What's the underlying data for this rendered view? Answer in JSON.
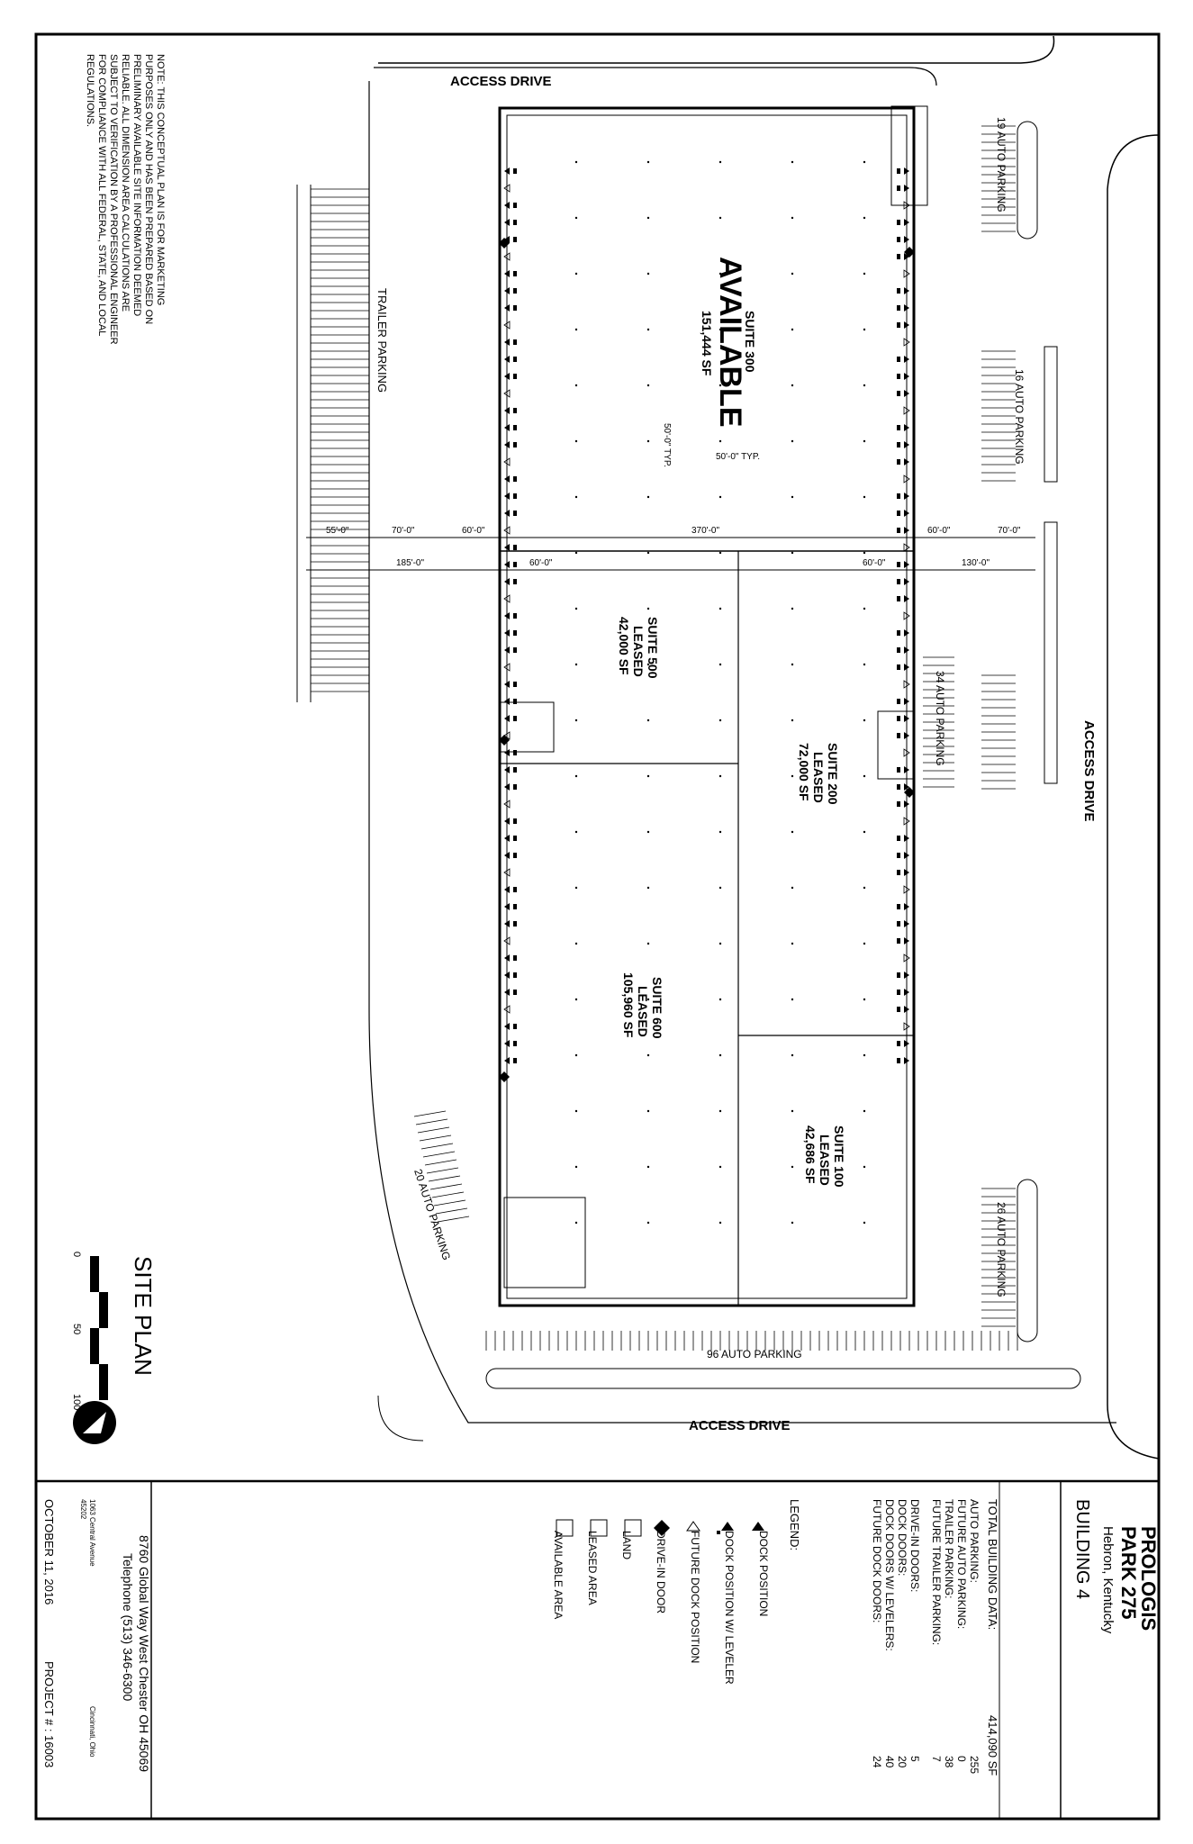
{
  "title_block": {
    "company": "PROLOGIS",
    "park": "PARK 275",
    "location": "Hebron, Kentucky",
    "building": "BUILDING 4",
    "building_data": {
      "total_label": "TOTAL BUILDING DATA:",
      "total_value": "414,090 SF",
      "rows": [
        {
          "label": "AUTO PARKING:",
          "value": "255"
        },
        {
          "label": "FUTURE AUTO PARKING:",
          "value": "0"
        },
        {
          "label": "TRAILER PARKING:",
          "value": "38"
        },
        {
          "label": "FUTURE TRAILER PARKING:",
          "value": "7"
        },
        {
          "label": "DRIVE-IN DOORS:",
          "value": "5"
        },
        {
          "label": "DOCK DOORS:",
          "value": "20"
        },
        {
          "label": "DOCK DOORS W/ LEVELERS:",
          "value": "40"
        },
        {
          "label": "FUTURE DOCK DOORS:",
          "value": "24"
        }
      ]
    },
    "legend": {
      "heading": "LEGEND:",
      "items": [
        "DOCK POSITION",
        "DOCK POSITION W/ LEVELER",
        "FUTURE DOCK POSITION",
        "DRIVE-IN DOOR",
        "LAND",
        "LEASED AREA",
        "AVAILABLE AREA"
      ]
    },
    "architect": {
      "address": "8760 Global Way   West Chester OH 45069",
      "phone": "Telephone (513) 346-6300"
    },
    "firm": {
      "address": "1063 Central Avenue",
      "city": "Cincinnati, Ohio",
      "zip": "45202"
    },
    "date": "OCTOBER 11, 2016",
    "project": "PROJECT # : 16003"
  },
  "note": "NOTE: THIS CONCEPTUAL PLAN IS FOR MARKETING PURPOSES ONLY AND HAS BEEN PREPARED BASED ON PRELIMINARY AVAILABLE SITE INFORMATION DEEMED RELIABLE. ALL DIMENSION AREA CALCULATIONS ARE SUBJECT TO VERIFICATION BY A PROFESSIONAL ENGINEER FOR COMPLIANCE WITH ALL FEDERAL, STATE, AND LOCAL REGULATIONS.",
  "drives": {
    "left": "ACCESS DRIVE",
    "right": "ACCESS DRIVE",
    "bottom": "ACCESS DRIVE"
  },
  "parking": {
    "trailer": "TRAILER PARKING",
    "p19": "19 AUTO PARKING",
    "p16": "16 AUTO PARKING",
    "p34": "34 AUTO PARKING",
    "p26": "26 AUTO PARKING",
    "p20": "20 AUTO PARKING",
    "p96": "96 AUTO PARKING"
  },
  "suites": {
    "s300": {
      "name": "SUITE 300",
      "status": "AVAILABLE",
      "area": "151,444 SF"
    },
    "s500": {
      "name": "SUITE 500",
      "status": "LEASED",
      "area": "42,000 SF"
    },
    "s200": {
      "name": "SUITE 200",
      "status": "LEASED",
      "area": "72,000 SF"
    },
    "s600": {
      "name": "SUITE 600",
      "status": "LEASED",
      "area": "105,960 SF"
    },
    "s100": {
      "name": "SUITE 100",
      "status": "LEASED",
      "area": "42,686 SF"
    }
  },
  "dimensions": {
    "d55": "55'-0\"",
    "d70a": "70'-0\"",
    "d60a": "60'-0\"",
    "d370": "370'-0\"",
    "d60b": "60'-0\"",
    "d70b": "70'-0\"",
    "d185": "185'-0\"",
    "d60c": "60'-0\"",
    "d60d": "60'-0\"",
    "d130": "130'-0\"",
    "typ50a": "50'-0\" TYP.",
    "typ50b": "50'-0\" TYP."
  },
  "site_plan": {
    "title": "SITE PLAN",
    "scale_0": "0",
    "scale_50": "50",
    "scale_100": "100"
  }
}
